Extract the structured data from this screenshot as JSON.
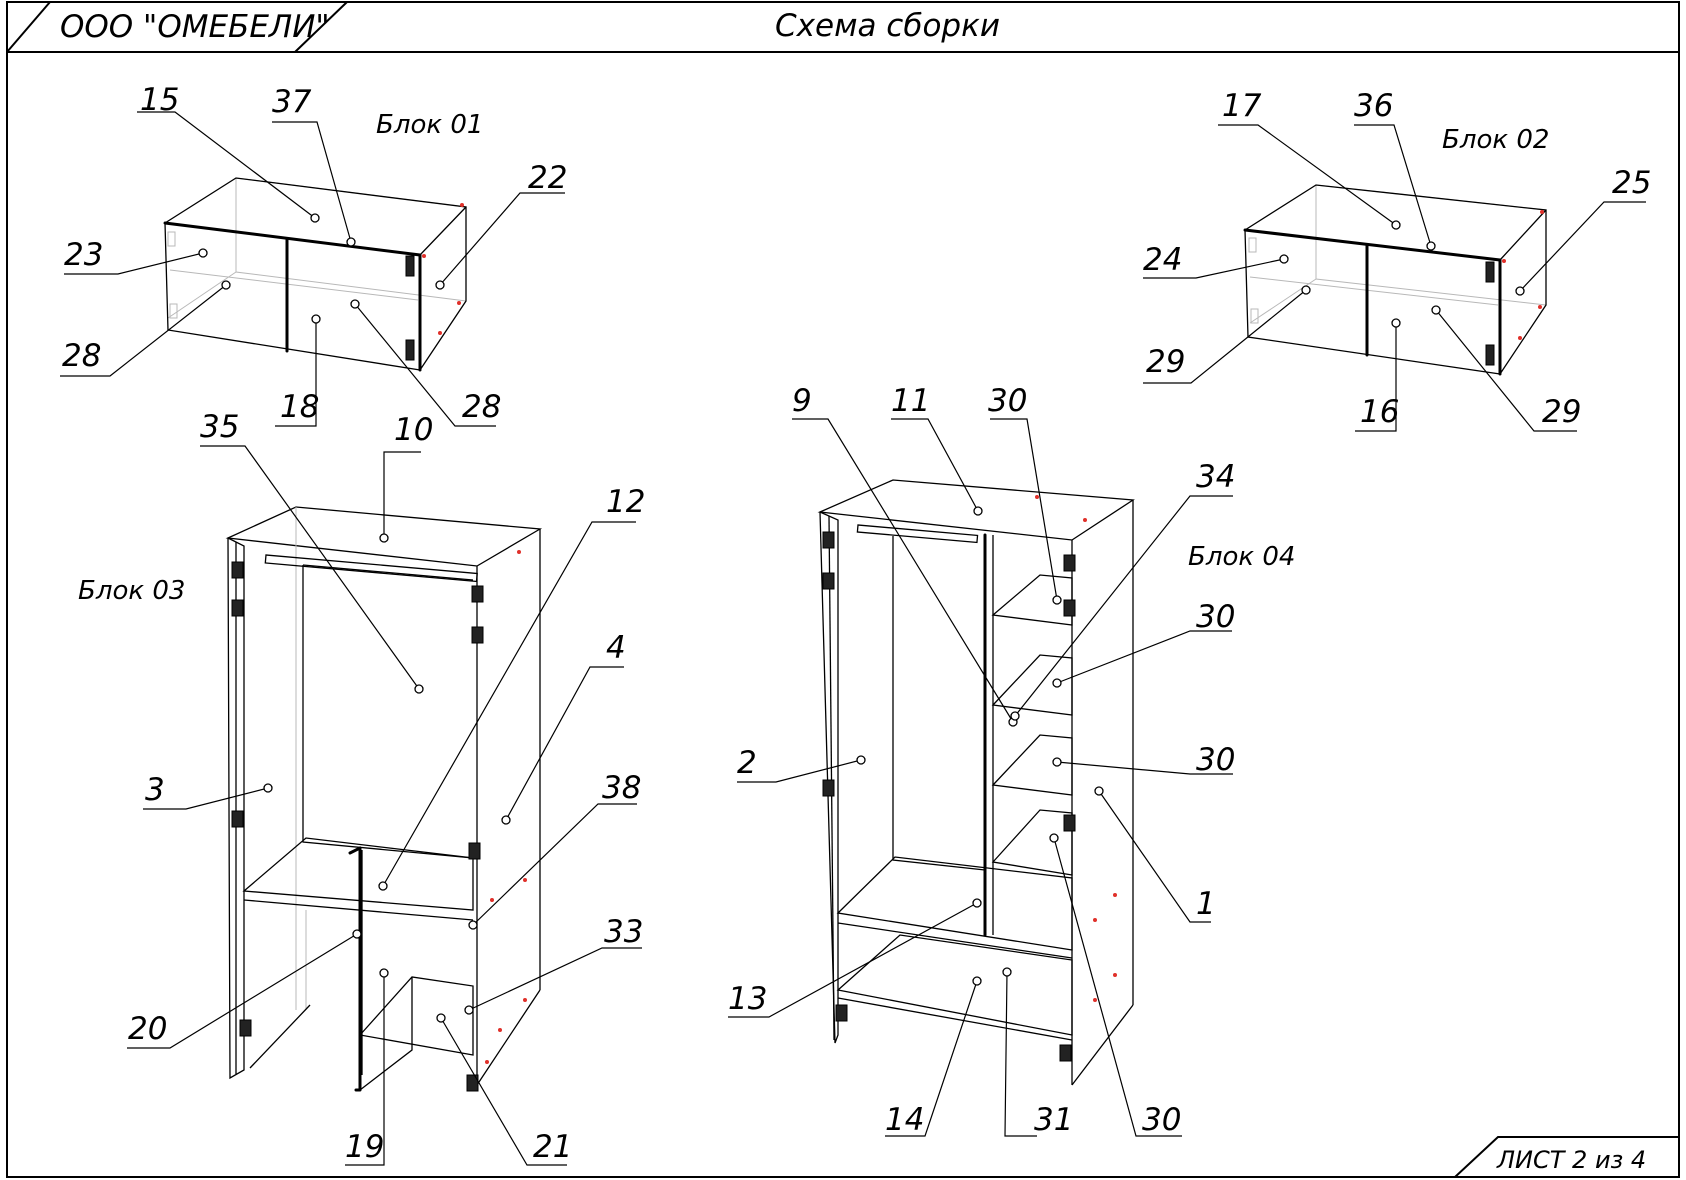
{
  "header": {
    "company": "ООО \"ОМЕБЕЛИ\"",
    "title": "Схема сборки"
  },
  "footer": {
    "sheet": "ЛИСТ 2 из 4"
  },
  "blocks": {
    "b01": "Блок 01",
    "b02": "Блок 02",
    "b03": "Блок 03",
    "b04": "Блок 04"
  },
  "callouts": {
    "b01": [
      "15",
      "37",
      "22",
      "23",
      "28",
      "18",
      "28"
    ],
    "b02": [
      "17",
      "36",
      "25",
      "24",
      "29",
      "16",
      "29"
    ],
    "b03": [
      "35",
      "10",
      "12",
      "4",
      "3",
      "38",
      "33",
      "20",
      "19",
      "21"
    ],
    "b04": [
      "9",
      "11",
      "30",
      "34",
      "30",
      "2",
      "30",
      "1",
      "13",
      "14",
      "31",
      "30"
    ]
  }
}
